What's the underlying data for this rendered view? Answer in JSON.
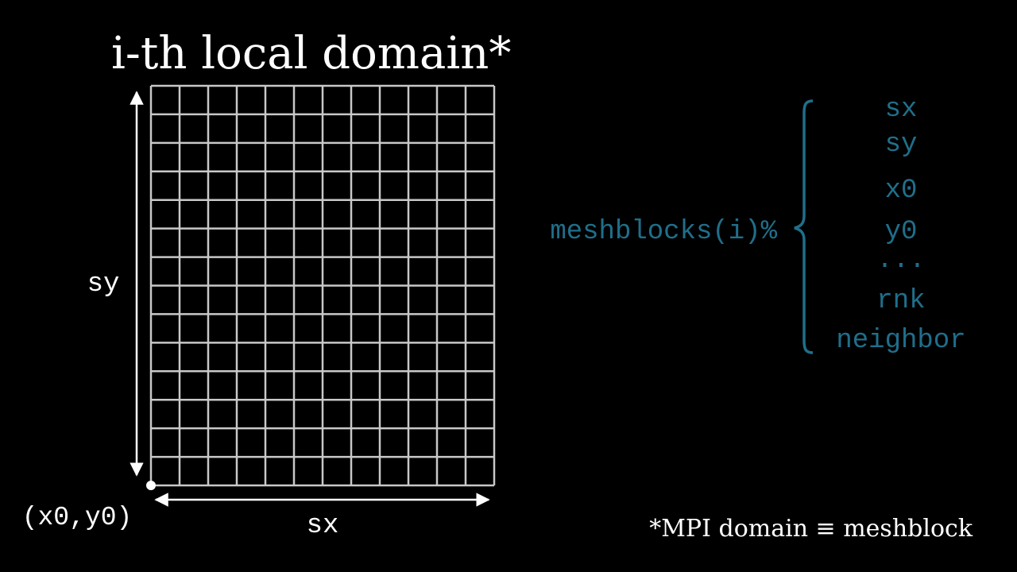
{
  "title": "i-th local domain*",
  "grid": {
    "label_x": "sx",
    "label_y": "sy",
    "origin_label": "(x0,y0)",
    "cols": 12,
    "rows": 14,
    "line_color": "#c8c8c8"
  },
  "struct": {
    "prefix": "meshblocks(i)%",
    "members": [
      "sx",
      "sy",
      "x0",
      "y0",
      "...",
      "rnk",
      "neighbor"
    ],
    "color": "#1f6f8b"
  },
  "footnote": "*MPI domain ≡ meshblock",
  "colors": {
    "background": "#000000",
    "foreground": "#ffffff"
  }
}
